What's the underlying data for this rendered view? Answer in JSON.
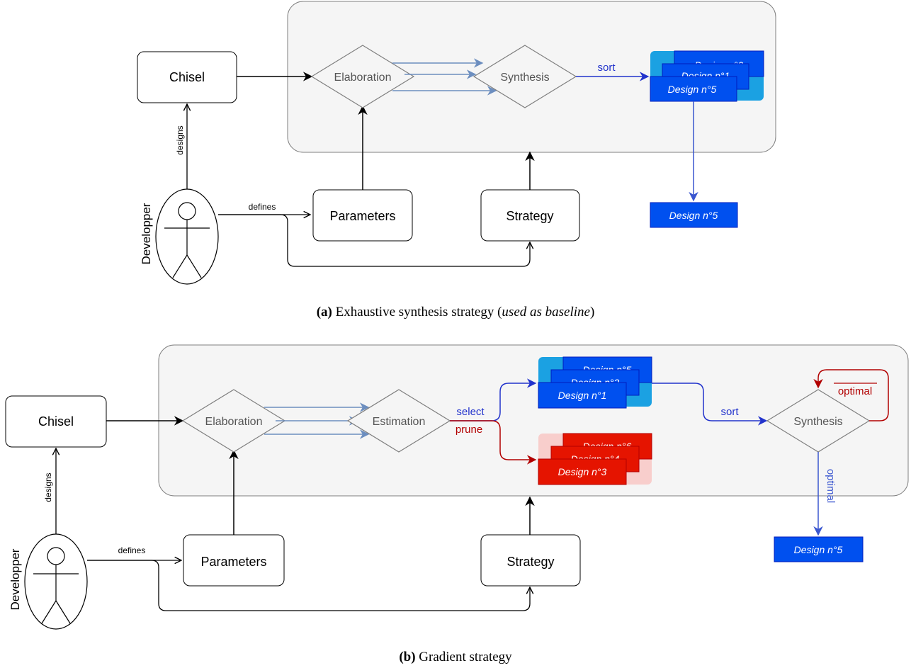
{
  "figure_a": {
    "caption_tag": "(a)",
    "caption_text": "Exhaustive synthesis strategy (",
    "caption_italic": "used as baseline",
    "caption_end": ")",
    "chisel": "Chisel",
    "designs_label": "designs",
    "developer": "Developper",
    "defines_label": "defines",
    "parameters": "Parameters",
    "strategy": "Strategy",
    "elaboration": "Elaboration",
    "synthesis": "Synthesis",
    "sort_label": "sort",
    "stack": [
      "Design n°2",
      "Design n°1",
      "Design n°5"
    ],
    "result": "Design n°5"
  },
  "figure_b": {
    "caption_tag": "(b)",
    "caption_text": "Gradient strategy",
    "chisel": "Chisel",
    "designs_label": "designs",
    "developer": "Developper",
    "defines_label": "defines",
    "parameters": "Parameters",
    "strategy": "Strategy",
    "elaboration": "Elaboration",
    "estimation": "Estimation",
    "select_label": "select",
    "prune_label": "prune",
    "blue_stack": [
      "Design n°5",
      "Design n°2",
      "Design n°1"
    ],
    "red_stack": [
      "Design n°6",
      "Design n°4",
      "Design n°3"
    ],
    "sort_label": "sort",
    "synthesis": "Synthesis",
    "loop_label": "optimal",
    "exit_label": "optimal",
    "result": "Design n°5"
  },
  "colors": {
    "container_fill": "#f5f5f5",
    "diamond_stroke": "#7f7f7f",
    "blue_card": "#0050ef",
    "blue_back": "#1ba1e2",
    "red_card": "#e51400",
    "red_back": "#f8cecc",
    "flow_blue": "#2233cc",
    "flow_light": "#6c8ebf",
    "flow_red": "#b20000"
  }
}
